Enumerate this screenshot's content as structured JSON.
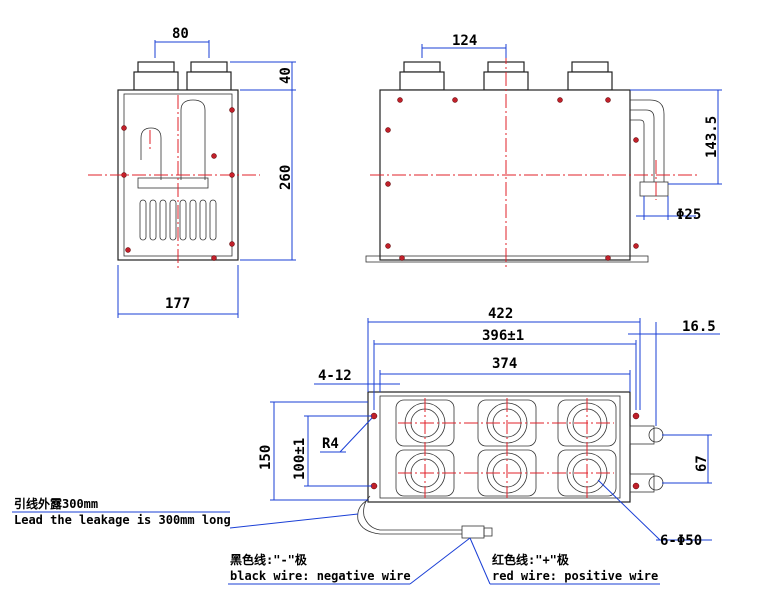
{
  "dimensions": {
    "side_pipe_spacing": "80",
    "side_pipe_height": "40",
    "side_height": "260",
    "side_width": "177",
    "front_pipe_spacing": "124",
    "front_outlet_height": "143.5",
    "front_outlet_dia": "Φ25",
    "top_length": "422",
    "top_hole_spacing": "396±1",
    "top_inner_length": "374",
    "top_offset": "16.5",
    "mount_holes": "4-12",
    "corner_radius": "R4",
    "top_width": "150",
    "top_hole_width": "100±1",
    "outlet_spacing": "67",
    "pipe_count_dia": "6-Φ50"
  },
  "notes": {
    "lead_cn": "引线外露300mm",
    "lead_en": "Lead the leakage is 300mm long",
    "black_cn": "黑色线:\"-\"极",
    "black_en": "black wire: negative wire",
    "red_cn": "红色线:\"+\"极",
    "red_en": "red wire: positive wire"
  },
  "colors": {
    "dimension_lines": "#1a3fd6",
    "center_lines": "#e0202a",
    "outline": "#222222",
    "bolts": "#c0202a"
  }
}
